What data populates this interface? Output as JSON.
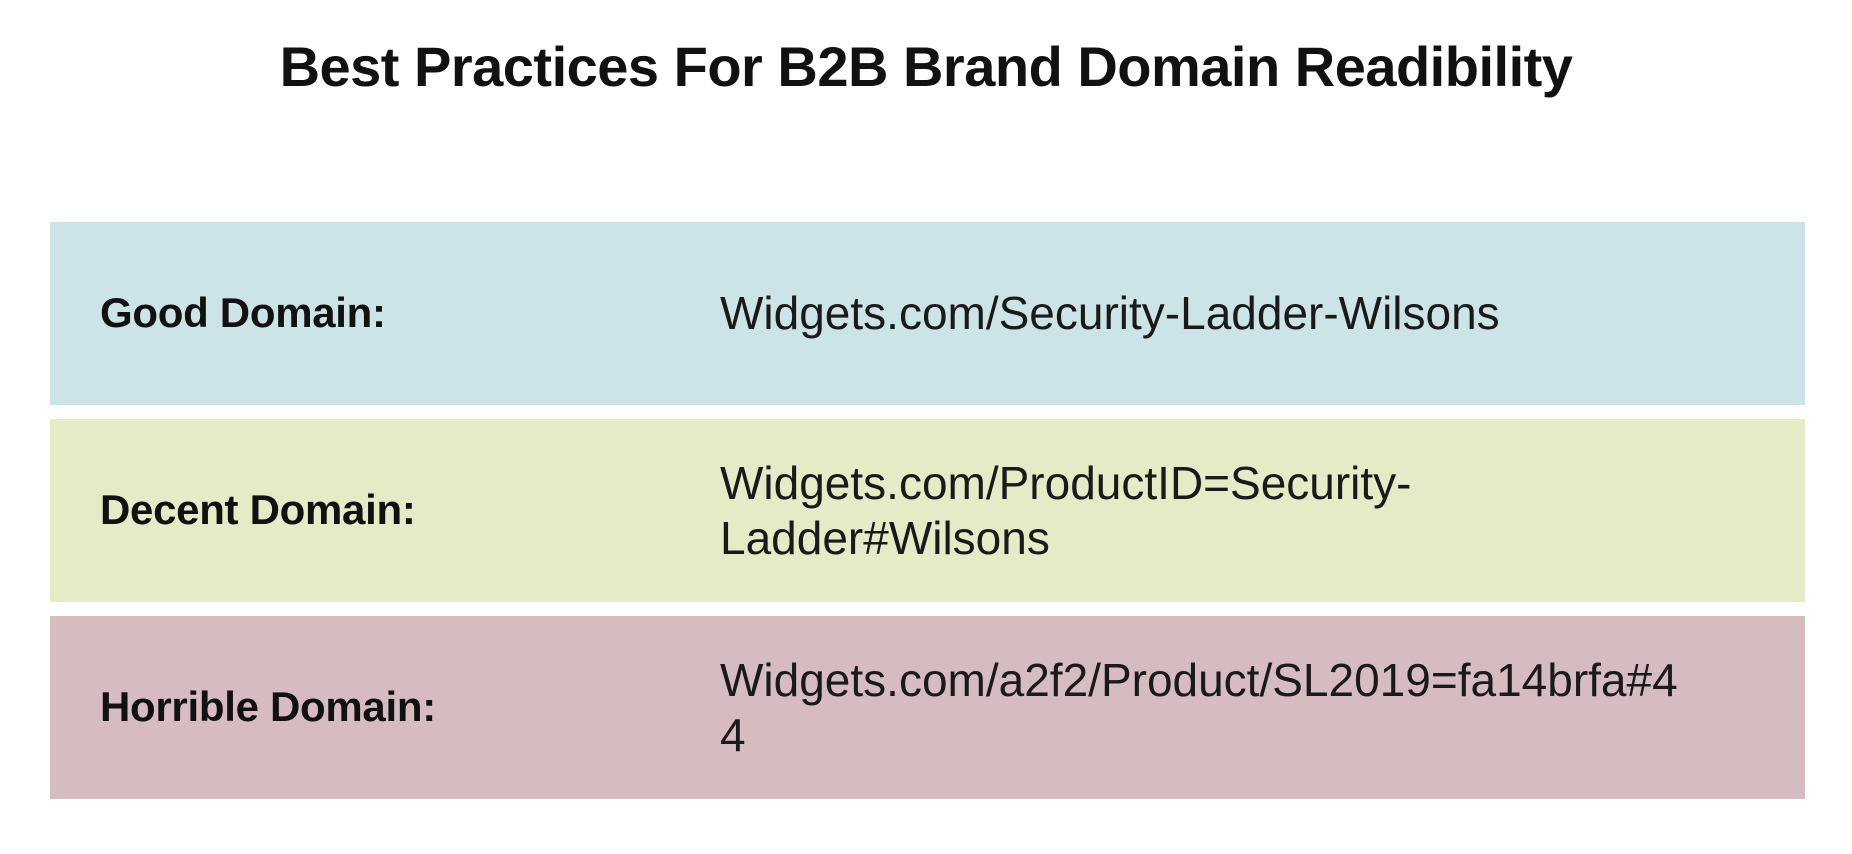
{
  "slide": {
    "title": "Best Practices For B2B Brand Domain Readibility",
    "background_color": "#ffffff",
    "text_color": "#111111"
  },
  "table": {
    "rows": [
      {
        "label": "Good Domain:",
        "value": "Widgets.com/Security-Ladder-Wilsons",
        "background_color": "#cce4e7"
      },
      {
        "label": "Decent Domain:",
        "value": "Widgets.com/ProductID=Security-Ladder#Wilsons",
        "background_color": "#e4ebc6"
      },
      {
        "label": "Horrible Domain:",
        "value": "Widgets.com/a2f2/Product/SL2019=fa14brfa#44",
        "background_color": "#d6bcc0"
      }
    ]
  }
}
